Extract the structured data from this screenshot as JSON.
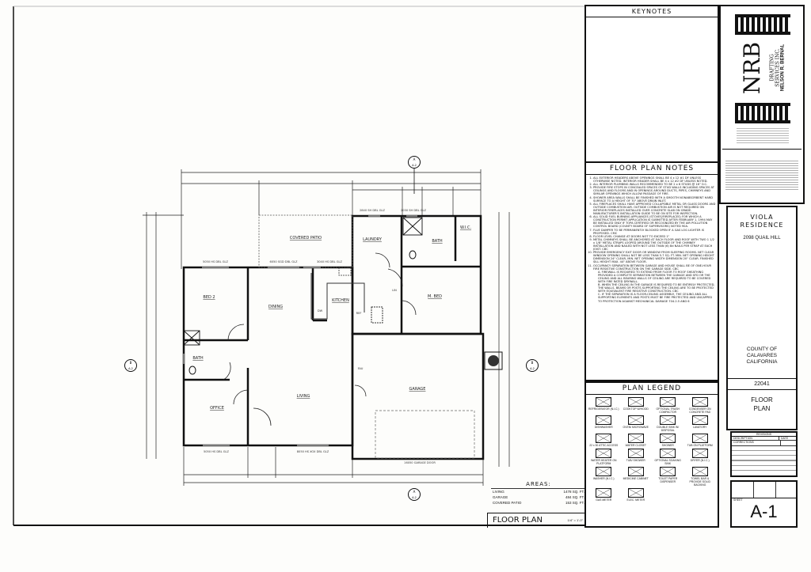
{
  "sheet": {
    "title": "FLOOR PLAN",
    "scale": "1/4\" = 1'-0\"",
    "sheet_label": "SHEET",
    "sheet_number": "A-1"
  },
  "areas": {
    "title": "AREAS:",
    "rows": [
      {
        "label": "LIVING",
        "value": "1478 SQ. FT."
      },
      {
        "label": "GARAGE",
        "value": "484 SQ. FT."
      },
      {
        "label": "COVERED PATIO",
        "value": "153 SQ. FT."
      }
    ]
  },
  "keynotes": {
    "title": "KEYNOTES"
  },
  "floor_plan_notes": {
    "title": "FLOOR PLAN NOTES",
    "items": [
      "ALL EXTERIOR HEADERS ABOVE OPENINGS SHALL BE 4 x 12 #1 DF UNLESS OTHERWISE NOTED. INTERIOR HEADER SHALL BE 4 x 12 #2 DF UNLESS NOTED.",
      "ALL INTERIOR PLUMBING WALLS RECOMMENDED TO BE 2 x 6 STUDS @ 16\" O.C.",
      "PROVIDE FIRE STOPS IN CONCEALED SPACES OF STUD WALLS INCLUDING SPACES AT CEILINGS AND FLOORS AND IN OPENINGS AROUND DUCTS, PIPES, CHIMNEYS AND SIMILAR OPENINGS WHICH ALLOW PASSAGE OF FIRE.",
      "SHOWER AREA WALLS SHALL BE FINISHED WITH A SMOOTH NONABSORBENT HARD SURFACE TO A HEIGHT OF 70\" ABOVE DRAIN INLET.",
      "ALL FIREPLACES SHALL HAVE APPROVED COLLAPSIBLE METAL OR GLASS DOORS AND OUTSIDE COMBUSTION AIR. OUTSIDE COMBUSTION AIR IS NOT REQUIRED ON INTERIOR FIREPLACES INSTALLED OVER CONCRETE SLAB ON GRADE. MANUFACTURER'S INSTALLATION GUIDE TO BE ON SITE FOR INSPECTION.",
      "ALL SOLID FUEL BURNING APPLIANCES (STOVES/FIREPLACES) FOR WHICH A CONSTRUCTION PERMIT APPLICATION IS SUBMITTED AFTER FEBRUARY 1, 1994 MAY BE INSTALLED ONLY IF TOPA CERTIFIED OR RECOGNIZED BY THE AIR POLLUTION CONTROL BOARD (COUNTY BOARD OF SUPERVISORS) NOTED 90A.",
      "FLUE DAMPER TO BE PERMANENTLY BLOCKED OPEN IF A GAS LOG LIGHTER IS PROPOSED. CMC",
      "FLOOR LEVEL CHANGE AT DOORS NOT TO EXCEED 1\"",
      "METAL CHIMNEYS SHALL BE ANCHORED AT EACH FLOOR AND ROOF WITH TWO 1 1/2 x 1/8\" METAL STRAPS LOOPED AROUND THE OUTSIDE OF THE CHIMNEY INSTALLATION AND NAILED WITH NOT LESS THAN (6) 8d NAILS PER STRAP AT EACH JOIST. CBC",
      "PROVIDE EMERGENCY EXIT DOOR OR WINDOW FROM SLEEPING ROOMS. NET CLEAR WINDOW OPENING SHALL NOT BE LESS THAN 5.7 SQ. FT. MIN. NET OPENING HEIGHT DIMENSION 24\" CLEAR, MIN. NET OPENING WIDTH DIMENSION 20\" CLEAR. FINISHED SILL HEIGHT MAX. 44\" ABOVE FLOOR.",
      "OCCUPANCY SEPARATION BETWEEN GARAGE AND HOUSE SHALL BE OF ONE-HOUR FIRE RESISTIVE CONSTRUCTION ON THE GARAGE SIDE. CBC",
      "A. FIREWALL IS REQUIRED TO EXTEND FROM FLOOR TO ROOF SHEATHING PROVIDED A COMPLETE SEPARATION BETWEEN THE GARAGE AND SFD OR THE CEILING AND ALL BEARING WALLS OF CEILING ARE REQUIRED TO BE COVERED WITH FIRE RATED DRYWALL.",
      "B. WHEN THE CEILING IN THE GARAGE IS REQUIRED TO BE ENTIRELY PROTECTED, THE WALLS, BEAMS OR POSTS SUPPORTING THE CEILING ARE TO BE PROTECTED WITH EQUIVALENT FIRE RESISTIVE CONSTRUCTION. CBC",
      "C. IF THE SEPARATION IS A FLOOR-CEILING ASSEMBLY, THE CEILING AND ALL SUPPORTING ELEMENTS AND POSTS MUST BE FIRE PROTECTED AND UNCAPPED TO PROTECTION AGAINST MECHANICAL DAMAGE 704.2.5 AND 6"
    ]
  },
  "plan_legend": {
    "title": "PLAN LEGEND",
    "items": [
      "REFRIGERATOR (N.I.C.)",
      "COOKTOP W/HOOD",
      "OPTIONAL TRASH COMPACTOR",
      "CONDENSER ON CONCRETE PAD",
      "DISHWASHER",
      "OVEN/ MICROWAVE",
      "DOUBLE SINK W/ DISPOSAL",
      "LAVATORY",
      "22 x 30 ATTIC ACCESS",
      "WATER CLOSET",
      "SHOWER",
      "TUB ON PLATFORM",
      "WATER HEATER ON PLATFORM",
      "TUB/ SHOWER",
      "OPTIONAL SOAKING SINK",
      "DRYER (N.I.C.)",
      "WASHER (N.I.C.)",
      "MEDICINE CABINET",
      "TOILET PAPER DISPENSER",
      "TOWEL BAR & PROVIDE SOLID BACKING",
      "GAS METER",
      "ELEC. METER"
    ]
  },
  "firm": {
    "logo": "NRB",
    "line1": "DRAFTING",
    "line2": "SERVICES INC.",
    "name": "NELSON R. BERNAL"
  },
  "project": {
    "name_line1": "VIOLA",
    "name_line2": "RESIDENCE",
    "address": "2098 QUAIL HILL",
    "county_line1": "COUNTY OF",
    "county_line2": "CALAVARES",
    "state": "CALIFORNIA",
    "job_number": "22041",
    "drawing_title_line1": "FLOOR",
    "drawing_title_line2": "PLAN"
  },
  "revisions": {
    "title": "REVISIONS",
    "col_description": "DESCRIPTION",
    "col_date": "DATE",
    "rows": [
      "CORRECTIONS"
    ]
  },
  "plan": {
    "rooms": {
      "covered_patio": "COVERED PATIO",
      "laundry": "LAUNDRY",
      "bath1": "BATH",
      "wic": "W.I.C.",
      "bed2": "BED 2",
      "dining": "DINING",
      "kitchen": "KITCHEN",
      "mbed": "M. BED",
      "bath2": "BATH",
      "office": "OFFICE",
      "living": "LIVING",
      "garage": "GARAGE"
    },
    "openings": {
      "w1": "2840 SH DBL GLZ",
      "w2": "2030 SH DBL GLZ",
      "w3": "5050 HS DBL GLZ",
      "w4": "6050 SGD DBL GLZ",
      "w5": "3040 HS DBL GLZ",
      "w6": "5050 HS DBL GLZ",
      "w7": "8050 HS XOX DBL GLZ",
      "garage_door": "16050 GARAGE DOOR"
    },
    "appliances": {
      "refrigerator": "REF",
      "dishwasher": "DW",
      "linen": "LIN",
      "fau": "FAU"
    },
    "section_markers": [
      {
        "id": "A",
        "sheet": "A-2"
      },
      {
        "id": "B",
        "sheet": "A-2"
      }
    ]
  }
}
